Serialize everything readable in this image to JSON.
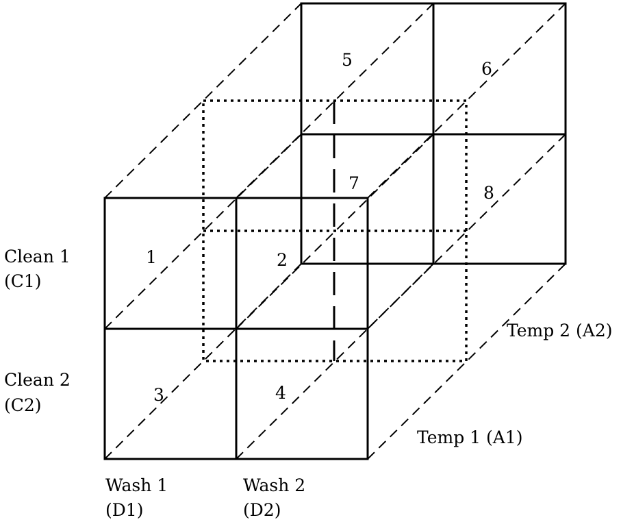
{
  "cells": [
    "1",
    "2",
    "3",
    "4",
    "5",
    "6",
    "7",
    "8"
  ],
  "rows": [
    {
      "line1": "Clean 1",
      "line2": "(C1)"
    },
    {
      "line1": "Clean 2",
      "line2": "(C2)"
    }
  ],
  "columns": [
    {
      "line1": "Wash 1",
      "line2": "(D1)"
    },
    {
      "line1": "Wash 2",
      "line2": "(D2)"
    }
  ],
  "depth": [
    {
      "label": "Temp 1 (A1)"
    },
    {
      "label": "Temp 2 (A2)"
    }
  ]
}
